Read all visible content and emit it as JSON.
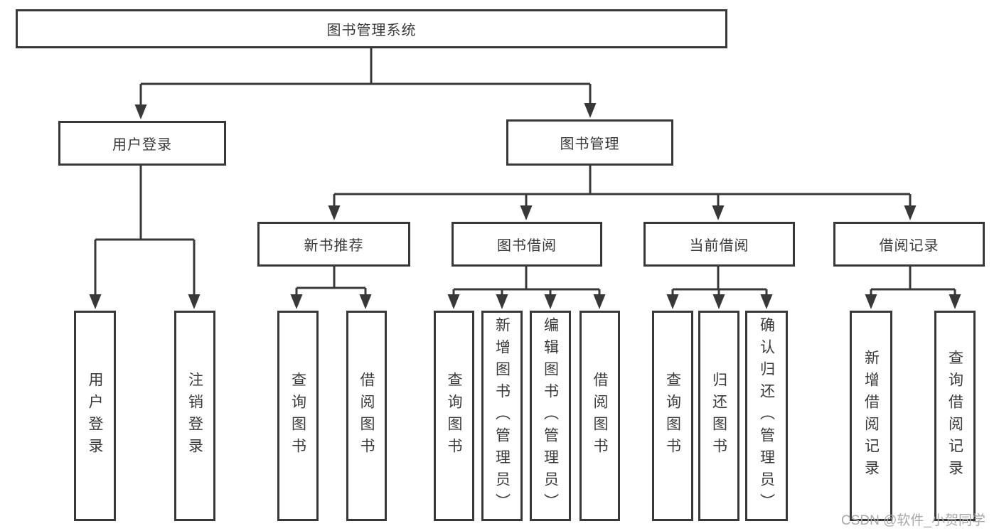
{
  "nodes": {
    "root": {
      "label": "图书管理系统"
    },
    "user_login": {
      "label": "用户登录"
    },
    "book_management": {
      "label": "图书管理"
    },
    "new_book_recommend": {
      "label": "新书推荐"
    },
    "book_borrow": {
      "label": "图书借阅"
    },
    "current_borrow": {
      "label": "当前借阅"
    },
    "borrow_record": {
      "label": "借阅记录"
    }
  },
  "leaves": {
    "user_login": [
      "用户登录",
      "注销登录"
    ],
    "new_book_recommend": [
      "查询图书",
      "借阅图书"
    ],
    "book_borrow": [
      "查询图书",
      "新增图书（管理员）",
      "编辑图书（管理员）",
      "借阅图书"
    ],
    "current_borrow": [
      "查询图书",
      "归还图书",
      "确认归还（管理员）"
    ],
    "borrow_record": [
      "新增借阅记录",
      "查询借阅记录"
    ]
  },
  "watermark": "CSDN @软件_小贺同学",
  "colors": {
    "line": "#383838",
    "text": "#3a3a3a",
    "watermark": "#a8a8a8",
    "background": "#ffffff"
  }
}
